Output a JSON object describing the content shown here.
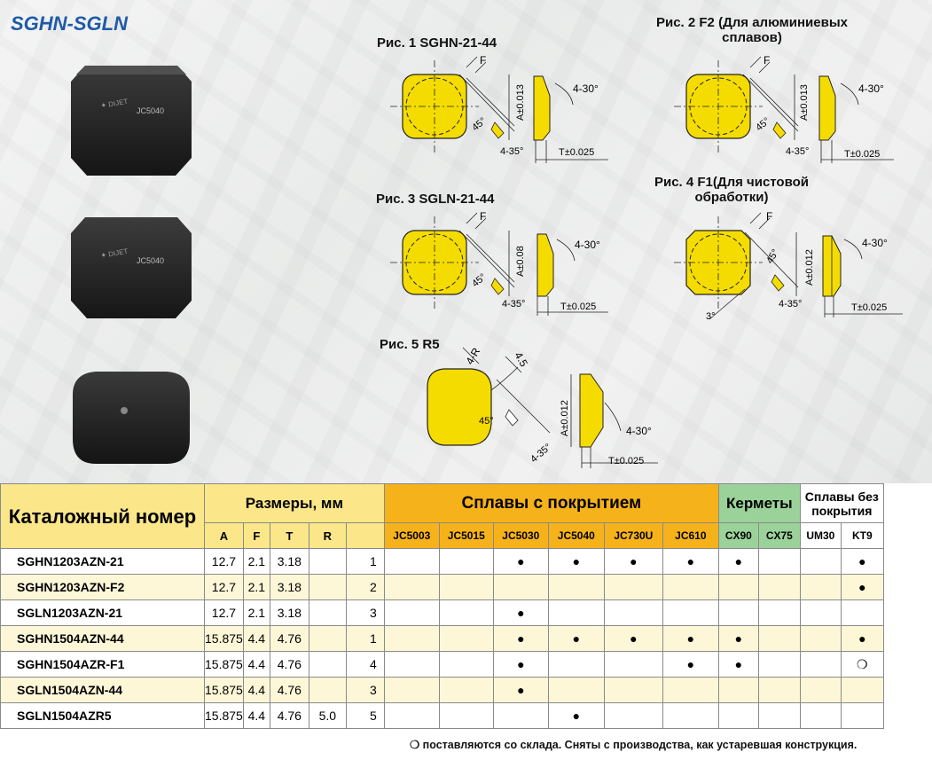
{
  "title": "SGHN-SGLN",
  "figures": {
    "fig1": {
      "title": "Рис. 1   SGHN-21-44",
      "labels": {
        "f": "F",
        "angle_top": "4-30°",
        "a": "A±0.013",
        "angle45": "45°",
        "angle_bot": "4-35°",
        "t": "T±0.025"
      }
    },
    "fig2": {
      "title": "Рис. 2  F2 (Для алюминиевых\nсплавов)",
      "labels": {
        "f": "F",
        "angle_top": "4-30°",
        "a": "A±0.013",
        "angle45": "45°",
        "angle_bot": "4-35°",
        "t": "T±0.025"
      }
    },
    "fig3": {
      "title": "Рис. 3  SGLN-21-44",
      "labels": {
        "f": "F",
        "angle_top": "4-30°",
        "a": "A±0.08",
        "angle45": "45°",
        "angle_bot": "4-35°",
        "t": "T±0.025"
      }
    },
    "fig4": {
      "title": "Рис. 4  F1(Для чистовой\nобработки)",
      "labels": {
        "f": "F",
        "angle_top": "4-30°",
        "a": "A±0.012",
        "angle45": "45°",
        "angle_bot": "4-35°",
        "t": "T±0.025",
        "three": "3°"
      }
    },
    "fig5": {
      "title": "Рис. 5  R5",
      "labels": {
        "r": "4-R",
        "f": "4.5",
        "angle_top": "4-30°",
        "a": "A±0.012",
        "angle45": "45°",
        "angle_bot": "4-35°",
        "t": "T±0.025"
      }
    }
  },
  "insert_marking": {
    "brand": "DIJET",
    "code": "JC5040"
  },
  "table": {
    "header_catalog": "Каталожный номер",
    "header_dims": "Размеры, мм",
    "header_coated": "Сплавы с покрытием",
    "header_cermet": "Керметы",
    "header_uncoated": "Сплавы без покрытия",
    "dim_cols": [
      "A",
      "F",
      "T",
      "R",
      ""
    ],
    "grade_cols": [
      "JC5003",
      "JC5015",
      "JC5030",
      "JC5040",
      "JC730U",
      "JC610",
      "CX90",
      "CX75",
      "UM30",
      "KT9"
    ],
    "rows": [
      {
        "name": "SGHN1203AZN-21",
        "dims": [
          "12.7",
          "2.1",
          "3.18",
          "",
          "1"
        ],
        "grades": [
          "",
          "",
          "●",
          "●",
          "●",
          "●",
          "●",
          "",
          "",
          "●"
        ]
      },
      {
        "name": "SGHN1203AZN-F2",
        "dims": [
          "12.7",
          "2.1",
          "3.18",
          "",
          "2"
        ],
        "grades": [
          "",
          "",
          "",
          "",
          "",
          "",
          "",
          "",
          "",
          "●"
        ]
      },
      {
        "name": "SGLN1203AZN-21",
        "dims": [
          "12.7",
          "2.1",
          "3.18",
          "",
          "3"
        ],
        "grades": [
          "",
          "",
          "●",
          "",
          "",
          "",
          "",
          "",
          "",
          ""
        ]
      },
      {
        "name": "SGHN1504AZN-44",
        "dims": [
          "15.875",
          "4.4",
          "4.76",
          "",
          "1"
        ],
        "grades": [
          "",
          "",
          "●",
          "●",
          "●",
          "●",
          "●",
          "",
          "",
          "●"
        ]
      },
      {
        "name": "SGHN1504AZR-F1",
        "dims": [
          "15.875",
          "4.4",
          "4.76",
          "",
          "4"
        ],
        "grades": [
          "",
          "",
          "●",
          "",
          "",
          "●",
          "●",
          "",
          "",
          "❍"
        ]
      },
      {
        "name": "SGLN1504AZN-44",
        "dims": [
          "15.875",
          "4.4",
          "4.76",
          "",
          "3"
        ],
        "grades": [
          "",
          "",
          "●",
          "",
          "",
          "",
          "",
          "",
          "",
          ""
        ]
      },
      {
        "name": "SGLN1504AZR5",
        "dims": [
          "15.875",
          "4.4",
          "4.76",
          "5.0",
          "5"
        ],
        "grades": [
          "",
          "",
          "",
          "●",
          "",
          "",
          "",
          "",
          "",
          ""
        ]
      }
    ]
  },
  "footnote": "❍ поставляются со склада. Сняты с производства, как устаревшая конструкция.",
  "colors": {
    "title_blue": "#1f5aa8",
    "insert_yellow": "#f5dc00",
    "header_orange": "#f6b21a",
    "header_yellow": "#fbe68a",
    "header_green": "#9bd29a"
  }
}
